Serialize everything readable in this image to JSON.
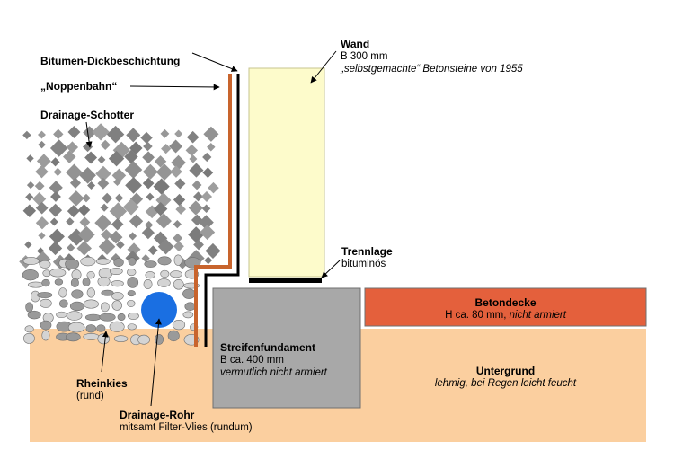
{
  "colors": {
    "soil": "#fbcf9f",
    "wall": "#fdfbcb",
    "wall_border": "#c7c48f",
    "footing": "#a8a8a8",
    "footing_border": "#6f6f6f",
    "slab": "#e4603c",
    "membrane_line": "#000000",
    "bitumen_line": "#c8642d",
    "pipe": "#1a6fe2",
    "gravel": "#8c8c8c",
    "pebble": "#d4d4d4",
    "pebble_dark": "#9a9a9a",
    "leader": "#000000"
  },
  "labels": {
    "wand_title": "Wand",
    "wand_width": "B 300 mm",
    "wand_desc": "„selbstgemachte“ Betonsteine von 1955",
    "bitumen": "Bitumen-Dickbeschichtung",
    "noppenbahn": "„Noppenbahn“",
    "schotter": "Drainage-Schotter",
    "trennlage_title": "Trennlage",
    "trennlage_desc": "bituminös",
    "betondecke_title": "Betondecke",
    "betondecke_height": "H ca. 80 mm,",
    "betondecke_note": "nicht armiert",
    "fundament_title": "Streifenfundament",
    "fundament_width": "B ca. 400 mm",
    "fundament_note": "vermutlich nicht armiert",
    "untergrund_title": "Untergrund",
    "untergrund_desc": "lehmig, bei Regen leicht feucht",
    "rheinkies_title": "Rheinkies",
    "rheinkies_desc": "(rund)",
    "rohr_title": "Drainage-Rohr",
    "rohr_desc": "mitsamt Filter-Vlies (rundum)"
  }
}
